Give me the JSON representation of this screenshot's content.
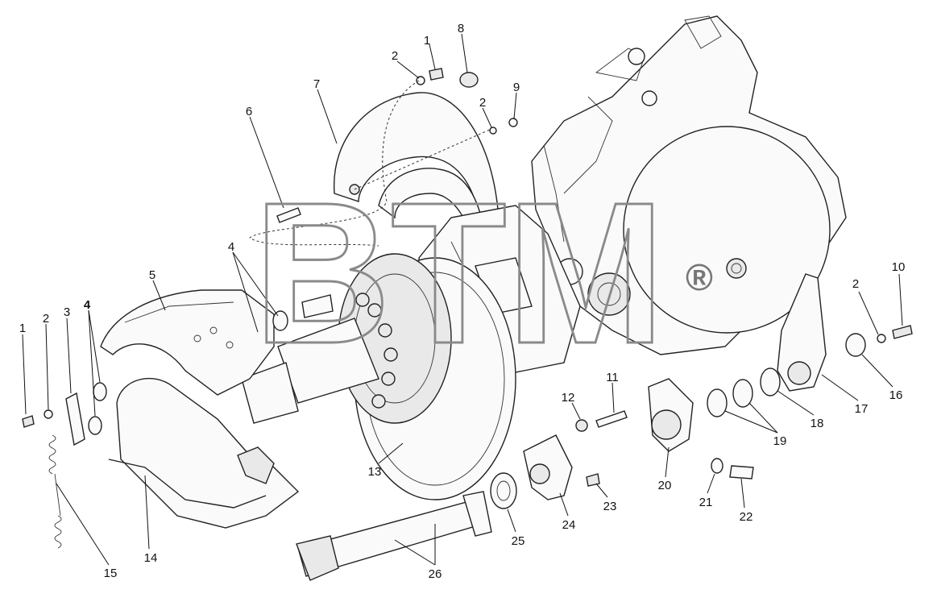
{
  "watermark": {
    "text": "BTM",
    "registered_mark": "®"
  },
  "callouts": [
    {
      "id": "c1a",
      "label": "1"
    },
    {
      "id": "c2a",
      "label": "2"
    },
    {
      "id": "c8",
      "label": "8"
    },
    {
      "id": "c9",
      "label": "9"
    },
    {
      "id": "c2b",
      "label": "2"
    },
    {
      "id": "c7",
      "label": "7"
    },
    {
      "id": "c6",
      "label": "6"
    },
    {
      "id": "c4a",
      "label": "4"
    },
    {
      "id": "c5",
      "label": "5"
    },
    {
      "id": "c1b",
      "label": "1"
    },
    {
      "id": "c2c",
      "label": "2"
    },
    {
      "id": "c3",
      "label": "3"
    },
    {
      "id": "c4b",
      "label": "4"
    },
    {
      "id": "c15",
      "label": "15"
    },
    {
      "id": "c14",
      "label": "14"
    },
    {
      "id": "c13",
      "label": "13"
    },
    {
      "id": "c26",
      "label": "26"
    },
    {
      "id": "c25",
      "label": "25"
    },
    {
      "id": "c24",
      "label": "24"
    },
    {
      "id": "c23",
      "label": "23"
    },
    {
      "id": "c12",
      "label": "12"
    },
    {
      "id": "c11",
      "label": "11"
    },
    {
      "id": "c20",
      "label": "20"
    },
    {
      "id": "c21",
      "label": "21"
    },
    {
      "id": "c22",
      "label": "22"
    },
    {
      "id": "c19",
      "label": "19"
    },
    {
      "id": "c18",
      "label": "18"
    },
    {
      "id": "c17",
      "label": "17"
    },
    {
      "id": "c16",
      "label": "16"
    },
    {
      "id": "c2d",
      "label": "2"
    },
    {
      "id": "c10",
      "label": "10"
    }
  ]
}
